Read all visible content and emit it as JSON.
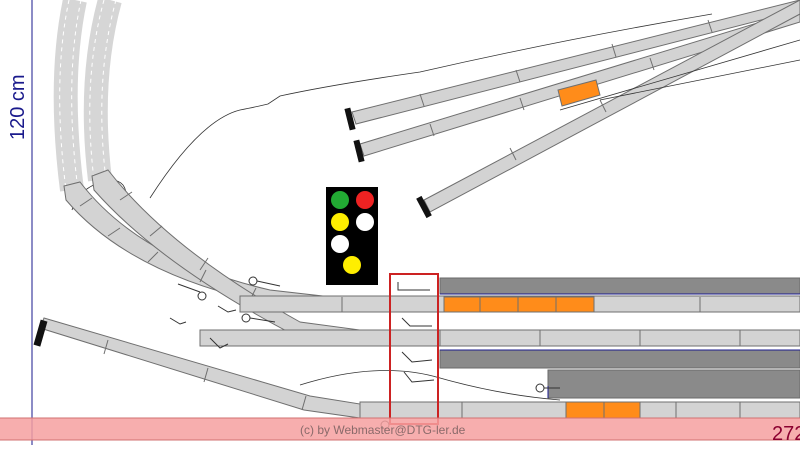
{
  "plan": {
    "height_label": "120 cm",
    "length_label": "272",
    "watermark": "(c) by Webmaster@DTG-ler.de"
  },
  "signal": {
    "lamps": [
      {
        "color": "#22aa33"
      },
      {
        "color": "#ee2222"
      },
      {
        "color": "#ffee00"
      },
      {
        "color": "#ffffff"
      },
      {
        "color": "#ffffff"
      },
      {
        "color": "#ffee00"
      }
    ]
  },
  "colors": {
    "track": "#d3d3d3",
    "track_occupied": "#8a8a8a",
    "track_highlight": "#ff8c1a",
    "frame": "#1a1a8c",
    "selection_box": "#cc2222",
    "scale_band": "#f6a0a0"
  }
}
